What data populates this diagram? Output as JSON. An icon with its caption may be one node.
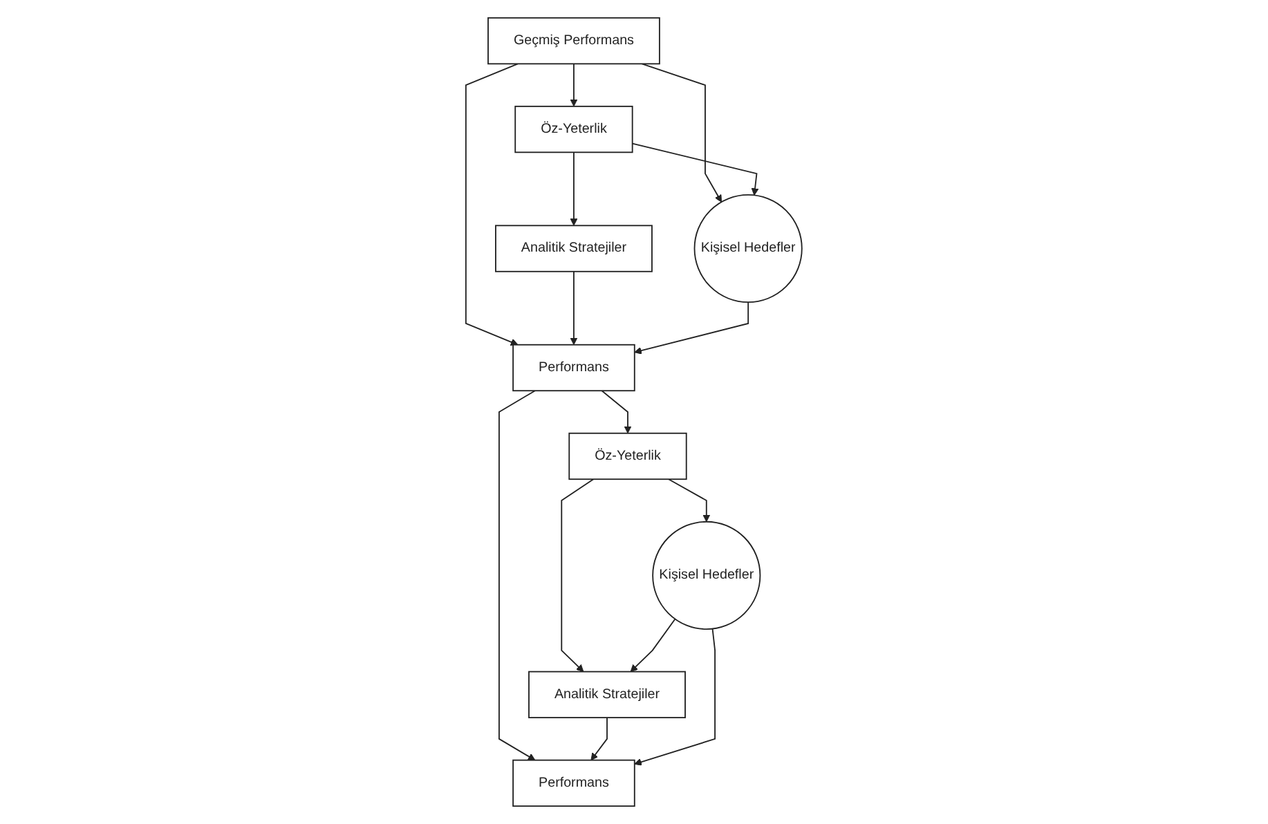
{
  "diagram": {
    "nodes": [
      {
        "text": [
          "Geçmiş Performans"
        ]
      },
      {
        "text": [
          "Öz-Yeterlik"
        ]
      },
      {
        "text": [
          "Kişisel Hedefler"
        ]
      },
      {
        "text": [
          "Analitik Stratejiler"
        ]
      },
      {
        "text": [
          "Performans"
        ]
      },
      {
        "text": [
          "Öz-Yeterlik"
        ]
      },
      {
        "text": [
          "Kişisel Hedefler"
        ]
      },
      {
        "text": [
          "Analitik Stratejiler"
        ]
      },
      {
        "text": [
          "Performans"
        ]
      }
    ],
    "edges": [
      {
        "from": 0,
        "to": 1,
        "arrow": "to"
      },
      {
        "from": 0,
        "to": 2,
        "arrow": "to"
      },
      {
        "from": 0,
        "to": 4,
        "arrow": "to"
      },
      {
        "from": 1,
        "to": 2,
        "arrow": "to"
      },
      {
        "from": 1,
        "to": 3,
        "arrow": "to"
      },
      {
        "from": 3,
        "to": 4,
        "arrow": "to"
      },
      {
        "from": 2,
        "to": 4,
        "arrow": "to"
      },
      {
        "from": 4,
        "to": 5,
        "arrow": "to"
      },
      {
        "from": 4,
        "to": 8,
        "arrow": "to"
      },
      {
        "from": 5,
        "to": 7,
        "arrow": "to"
      },
      {
        "from": 5,
        "to": 6,
        "arrow": "to"
      },
      {
        "from": 6,
        "to": 7,
        "arrow": "to"
      },
      {
        "from": 7,
        "to": 8,
        "arrow": "to"
      },
      {
        "from": 6,
        "to": 8,
        "arrow": "to"
      }
    ]
  }
}
